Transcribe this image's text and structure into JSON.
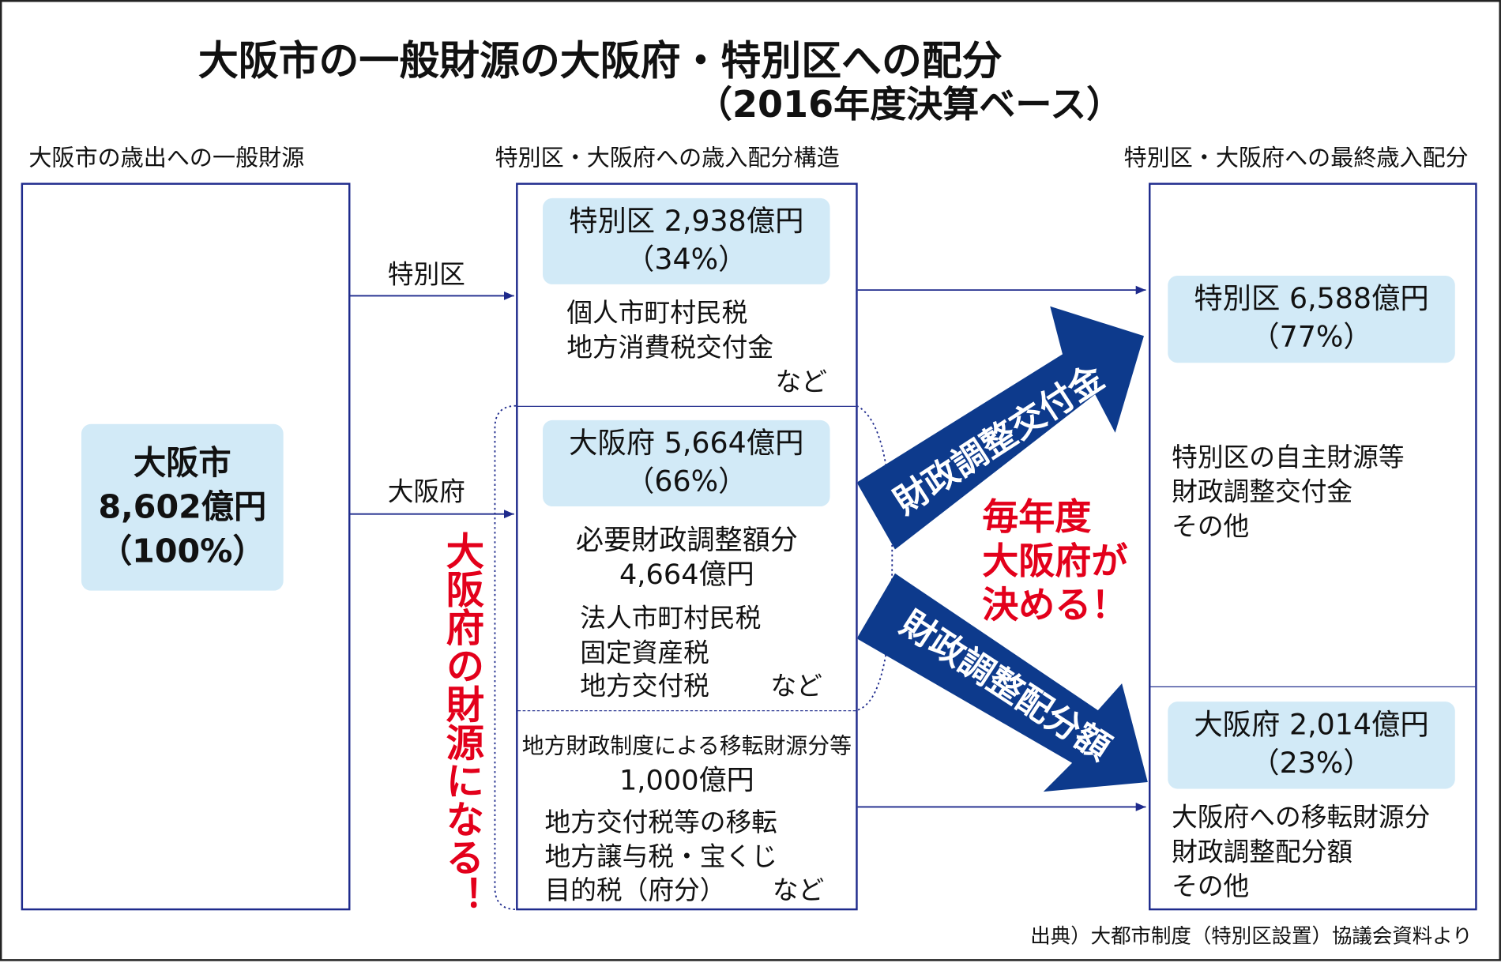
{
  "title": {
    "line1": "大阪市の一般財源の大阪府・特別区への配分",
    "line2": "（2016年度決算ベース）"
  },
  "headers": {
    "left": "大阪市の歳出への一般財源",
    "middle": "特別区・大阪府への歳入配分構造",
    "right": "特別区・大阪府への最終歳入配分"
  },
  "left": {
    "name": "大阪市",
    "amount": "8,602億円",
    "pct": "（100%）"
  },
  "flows": {
    "tokubetsuku": "特別区",
    "osakafu": "大阪府"
  },
  "middle": {
    "ku": {
      "title": "特別区 2,938億円",
      "pct": "（34%）",
      "items": [
        "個人市町村民税",
        "地方消費税交付金"
      ],
      "etc": "など"
    },
    "fu": {
      "title": "大阪府 5,664億円",
      "pct": "（66%）",
      "sub_label": "必要財政調整額分",
      "sub_amount": "4,664億円",
      "items": [
        "法人市町村民税",
        "固定資産税",
        "地方交付税"
      ],
      "etc": "など"
    },
    "transfer": {
      "label": "地方財政制度による移転財源分等",
      "amount": "1,000億円",
      "items": [
        "地方交付税等の移転",
        "地方譲与税・宝くじ",
        "目的税（府分）"
      ],
      "etc": "など"
    }
  },
  "annotations": {
    "vertical": "大阪府の財源になる！",
    "red": [
      "毎年度",
      "大阪府が",
      "決める！"
    ],
    "arrow_up": "財政調整交付金",
    "arrow_down": "財政調整配分額"
  },
  "right": {
    "ku": {
      "title": "特別区 6,588億円",
      "pct": "（77%）",
      "items": [
        "特別区の自主財源等",
        "財政調整交付金",
        "その他"
      ]
    },
    "fu": {
      "title": "大阪府 2,014億円",
      "pct": "（23%）",
      "items": [
        "大阪府への移転財源分",
        "財政調整配分額",
        "その他"
      ]
    }
  },
  "source": "出典）大都市制度（特別区設置）協議会資料より",
  "colors": {
    "border": "#1e2a8c",
    "fill": "#d2eaf7",
    "arrow": "#0d3a8c",
    "red": "#e3001b"
  }
}
